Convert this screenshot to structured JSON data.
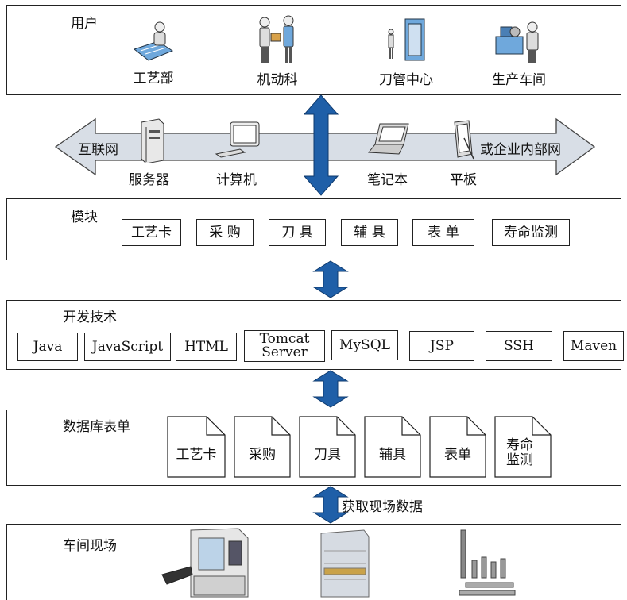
{
  "users": {
    "title": "用户",
    "items": [
      "工艺部",
      "机动科",
      "刀管中心",
      "生产车间"
    ]
  },
  "network": {
    "left_label": "互联网",
    "right_label": "或企业内部网",
    "devices": [
      "服务器",
      "计算机",
      "笔记本",
      "平板"
    ]
  },
  "modules": {
    "title": "模块",
    "items": [
      "工艺卡",
      "采 购",
      "刀 具",
      "辅 具",
      "表 单",
      "寿命监测"
    ]
  },
  "tech": {
    "title": "开发技术",
    "items": [
      "Java",
      "JavaScript",
      "HTML",
      "Tomcat Server",
      "MySQL",
      "JSP",
      "SSH",
      "Maven"
    ]
  },
  "database": {
    "title": "数据库表单",
    "items": [
      "工艺卡",
      "采购",
      "刀具",
      "辅具",
      "表单",
      "寿命监测"
    ]
  },
  "workshop": {
    "title": "车间现场",
    "arrow_label": "获取现场数据"
  },
  "colors": {
    "arrow": "#1f5fa8",
    "band": "#d8dee6"
  }
}
